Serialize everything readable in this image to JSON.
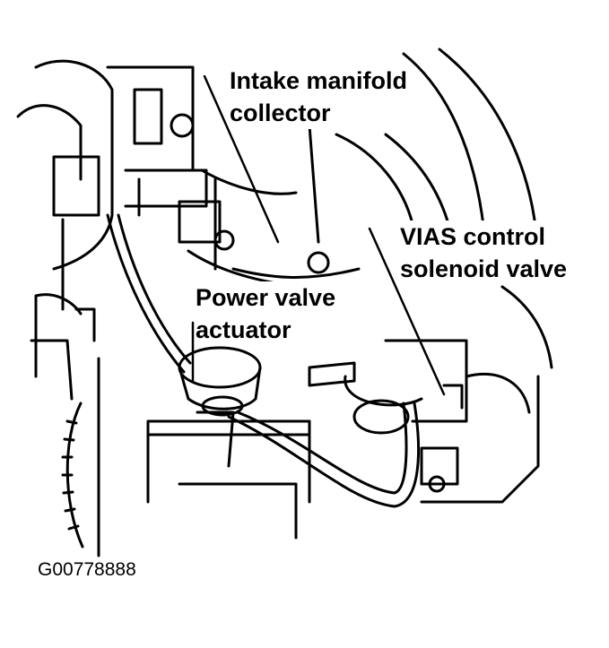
{
  "labels": {
    "intake_line1": "Intake manifold",
    "intake_line2": "collector",
    "vias_line1": "VIAS control",
    "vias_line2": "solenoid valve",
    "power_line1": "Power valve",
    "power_line2": "actuator"
  },
  "figure_code": "G00778888",
  "colors": {
    "ink": "#000000",
    "paper": "#ffffff"
  }
}
